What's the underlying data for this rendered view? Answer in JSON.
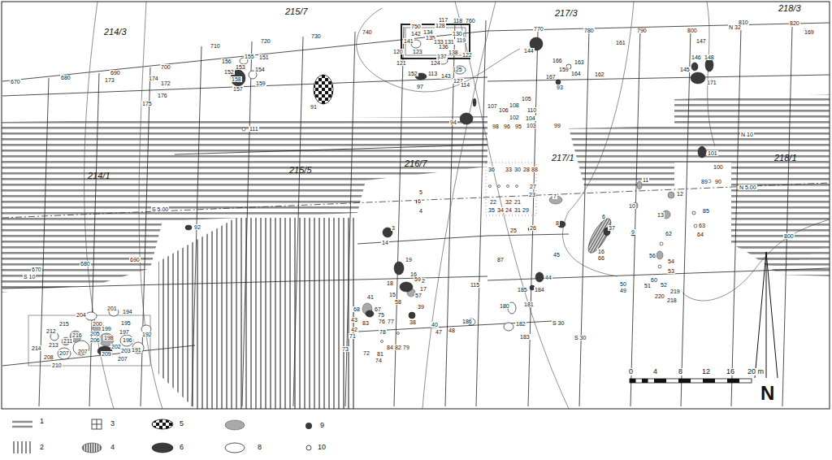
{
  "diagram": {
    "labels": [
      "214/3",
      "215/7",
      "217/3",
      "218/3",
      "214/1",
      "215/5",
      "216/7",
      "217/1",
      "218/1",
      "670",
      "680",
      "690",
      "700",
      "710",
      "720",
      "730",
      "740",
      "750",
      "760",
      "770",
      "780",
      "790",
      "800",
      "810",
      "820",
      "670",
      "680",
      "690",
      "800",
      "N 32",
      "N 10",
      "N 5.00",
      "S 5.00",
      "S 10",
      "S 30",
      "S 30",
      "0",
      "4",
      "8",
      "12",
      "16",
      "20 m",
      "N",
      "173",
      "174",
      "172",
      "176",
      "175",
      "155",
      "151",
      "156",
      "153",
      "154",
      "152",
      "158",
      "159",
      "157",
      "111",
      "91",
      "117",
      "118",
      "128",
      "134",
      "130",
      "142",
      "141",
      "135",
      "133",
      "131",
      "119",
      "136",
      "120",
      "123",
      "138",
      "137",
      "122",
      "121",
      "124",
      "125",
      "152",
      "113",
      "143",
      "127",
      "114",
      "97",
      "94",
      "144",
      "166",
      "163",
      "159",
      "167",
      "164",
      "162",
      "93",
      "161",
      "105",
      "107",
      "108",
      "106",
      "110",
      "102",
      "104",
      "98",
      "96",
      "95",
      "103",
      "99",
      "147",
      "146",
      "148",
      "145",
      "171",
      "169",
      "101",
      "100",
      "89",
      "90",
      "5",
      "6",
      "4",
      "92",
      "3",
      "14",
      "36",
      "33",
      "30",
      "28",
      "88",
      "27",
      "23",
      "22",
      "32",
      "21",
      "35",
      "34",
      "24",
      "31",
      "29",
      "25",
      "26",
      "7",
      "8",
      "6",
      "37",
      "45",
      "16",
      "66",
      "11",
      "12",
      "10",
      "13",
      "9",
      "62",
      "85",
      "63",
      "64",
      "56",
      "54",
      "53",
      "50",
      "49",
      "51",
      "60",
      "52",
      "219",
      "220",
      "218",
      "19",
      "16",
      "18",
      "59",
      "2",
      "17",
      "57",
      "15",
      "58",
      "39",
      "38",
      "41",
      "68",
      "67",
      "43",
      "83",
      "42",
      "71",
      "73",
      "75",
      "76",
      "77",
      "78",
      "84",
      "82",
      "79",
      "72",
      "81",
      "74",
      "40",
      "47",
      "48",
      "115",
      "186",
      "185",
      "184",
      "181",
      "180",
      "182",
      "183",
      "44",
      "87",
      "201",
      "194",
      "204",
      "195",
      "215",
      "212",
      "200",
      "199",
      "205",
      "197",
      "216",
      "198",
      "196",
      "192",
      "213",
      "211",
      "206",
      "202",
      "191",
      "203",
      "214",
      "207",
      "207",
      "209",
      "207",
      "208",
      "210"
    ],
    "legend": [
      {
        "text": "1"
      },
      {
        "text": "2"
      },
      {
        "text": "3"
      },
      {
        "text": "4"
      },
      {
        "text": "5"
      },
      {
        "text": "6"
      },
      {
        "text": "8"
      },
      {
        "text": "9"
      },
      {
        "text": "10"
      }
    ]
  }
}
